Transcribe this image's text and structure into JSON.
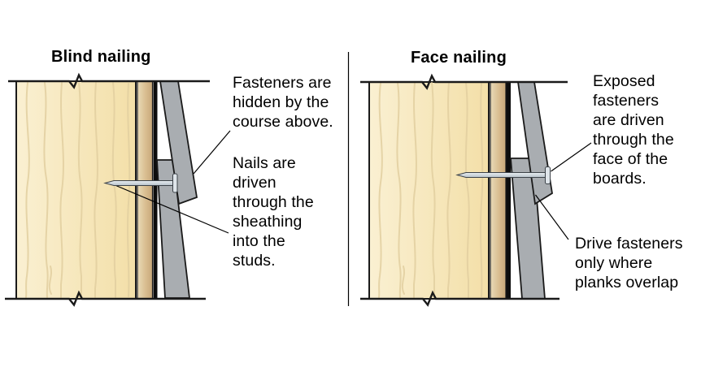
{
  "panels": {
    "left": {
      "title": "Blind nailing",
      "annotations": {
        "hidden_fasteners": "Fasteners are\nhidden by the\ncourse above.",
        "nails_driven": "Nails are\ndriven\nthrough the\nsheathing\ninto the\nstuds."
      }
    },
    "right": {
      "title": "Face nailing",
      "annotations": {
        "exposed_fasteners": "Exposed\nfasteners\nare driven\nthrough the\nface of the\nboards.",
        "drive_overlap": "Drive fasteners\nonly where\nplanks overlap"
      }
    }
  },
  "colors": {
    "background": "#ffffff",
    "outline": "#1a1a1a",
    "stud_light": "#faf0d2",
    "stud_dark": "#f3dfa8",
    "grain": "#e2cfa0",
    "sheathing_light": "#e9dbb8",
    "sheathing_mid": "#d9bd90",
    "sheathing_dark": "#c8a87a",
    "building_paper": "#0d0d0d",
    "board_gray": "#a9adb1",
    "nail_light": "#e9eef2",
    "nail_dark": "#b8c2ca",
    "nail_head": "#dfe5ea",
    "text": "#000000"
  }
}
